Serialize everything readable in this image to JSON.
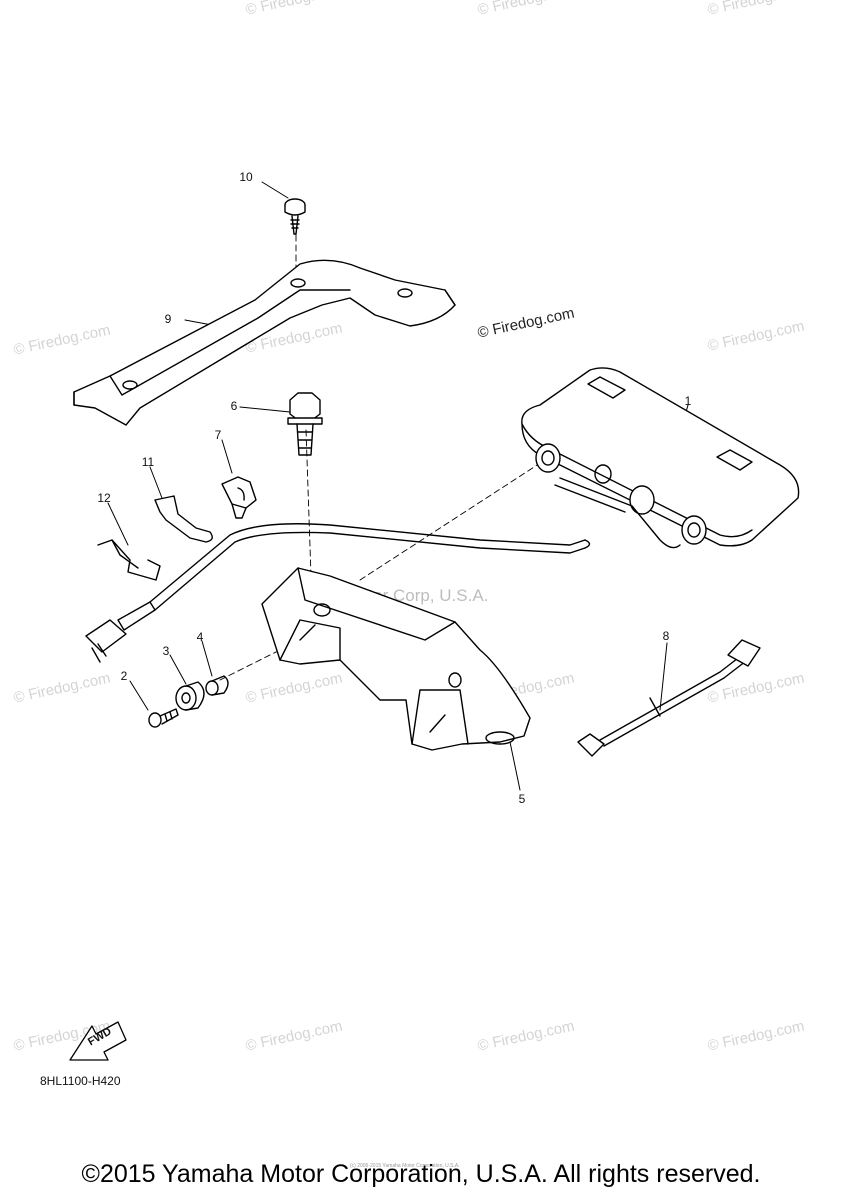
{
  "watermarks": {
    "text": "© Firedog.com",
    "main": "© Firedog.com",
    "corporate": "Yamaha Motor Corp, U.S.A."
  },
  "callouts": [
    "1",
    "2",
    "3",
    "4",
    "5",
    "6",
    "7",
    "8",
    "9",
    "10",
    "11",
    "12"
  ],
  "fwd_label": "FWD",
  "diagram_code": "8HL1100-H420",
  "tiny_copyright": "(c) 2005-2015 Yamaha Motor Corporation, U.S.A.",
  "footer": "©2015 Yamaha Motor Corporation, U.S.A. All rights reserved."
}
